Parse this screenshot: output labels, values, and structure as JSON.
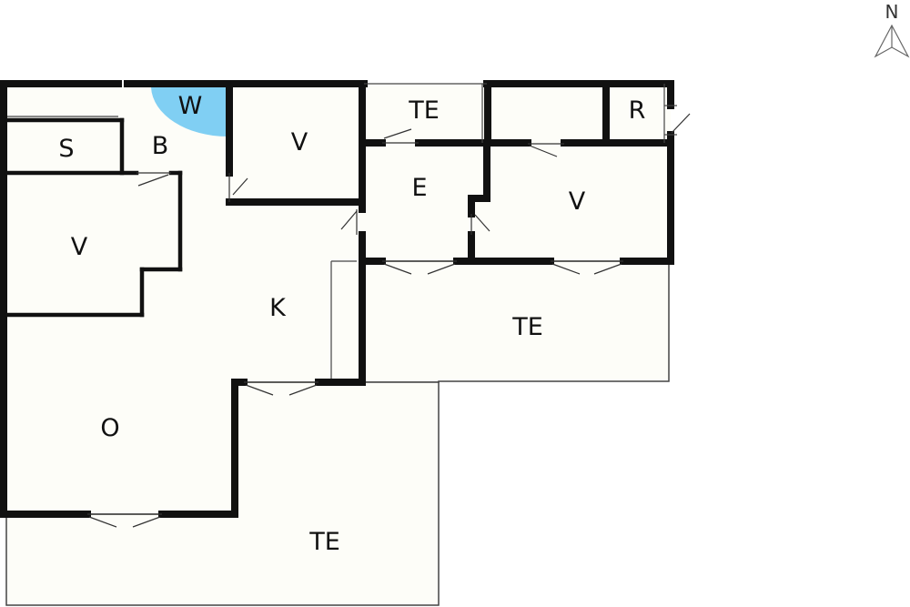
{
  "colors": {
    "floor": "#fdfdf8",
    "wall": "#111111",
    "thin_line": "#444444",
    "wc_arc": "#80cff3"
  },
  "compass": {
    "label": "N"
  },
  "rooms": [
    {
      "id": "w",
      "label": "W"
    },
    {
      "id": "s",
      "label": "S"
    },
    {
      "id": "b",
      "label": "B"
    },
    {
      "id": "v1",
      "label": "V"
    },
    {
      "id": "v2",
      "label": "V"
    },
    {
      "id": "v3",
      "label": "V"
    },
    {
      "id": "te1",
      "label": "TE"
    },
    {
      "id": "e",
      "label": "E"
    },
    {
      "id": "r",
      "label": "R"
    },
    {
      "id": "k",
      "label": "K"
    },
    {
      "id": "te2",
      "label": "TE"
    },
    {
      "id": "o",
      "label": "O"
    },
    {
      "id": "te3",
      "label": "TE"
    }
  ]
}
